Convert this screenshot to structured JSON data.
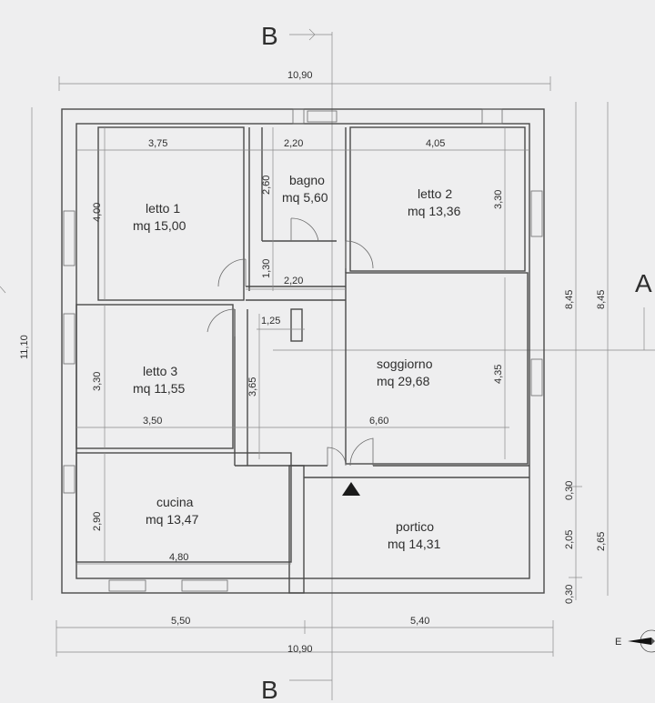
{
  "sections": {
    "b_top": "B",
    "b_bottom": "B",
    "a_right": "A"
  },
  "rooms": {
    "letto1": {
      "name": "letto 1",
      "area": "mq 15,00"
    },
    "bagno": {
      "name": "bagno",
      "area": "mq 5,60"
    },
    "letto2": {
      "name": "letto 2",
      "area": "mq 13,36"
    },
    "letto3": {
      "name": "letto 3",
      "area": "mq 11,55"
    },
    "soggiorno": {
      "name": "soggiorno",
      "area": "mq 29,68"
    },
    "cucina": {
      "name": "cucina",
      "area": "mq 13,47"
    },
    "portico": {
      "name": "portico",
      "area": "mq 14,31"
    }
  },
  "dimensions": {
    "overall_top": "10,90",
    "overall_bottom": "10,90",
    "bottom_left": "5,50",
    "bottom_right": "5,40",
    "left_total": "11,10",
    "right_outer_1": "8,45",
    "right_outer_2": "8,45",
    "right_lower": "2,65",
    "portico_top": "0,30",
    "portico_mid": "2,05",
    "portico_bottom": "0,30",
    "letto1_width": "3,75",
    "bagno_width": "2,20",
    "letto2_width": "4,05",
    "letto1_height": "4,00",
    "bagno_height": "2,60",
    "letto2_height": "3,30",
    "corridor_height": "1,30",
    "corridor_width": "2,20",
    "hall_width": "1,25",
    "letto3_height": "3,30",
    "hall_height": "3,65",
    "soggiorno_height": "4,35",
    "letto3_width": "3,50",
    "soggiorno_width": "6,60",
    "cucina_height": "2,90",
    "cucina_width": "4,80"
  },
  "compass_letter": "E"
}
